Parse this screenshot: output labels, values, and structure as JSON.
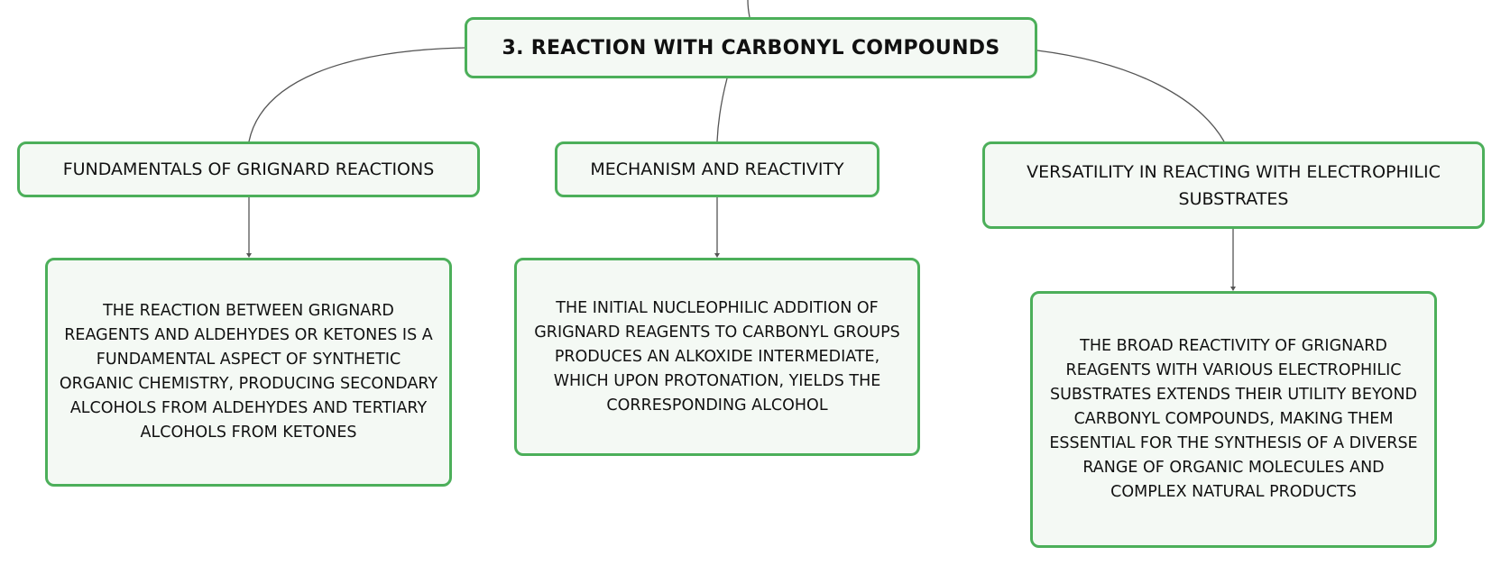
{
  "diagram": {
    "root": {
      "label": "3. REACTION WITH CARBONYL COMPOUNDS"
    },
    "branches": [
      {
        "label": "FUNDAMENTALS OF GRIGNARD REACTIONS",
        "detail": "THE REACTION BETWEEN GRIGNARD REAGENTS AND ALDEHYDES OR KETONES IS A FUNDAMENTAL ASPECT OF SYNTHETIC ORGANIC CHEMISTRY, PRODUCING SECONDARY ALCOHOLS FROM ALDEHYDES AND TERTIARY ALCOHOLS FROM KETONES"
      },
      {
        "label": "MECHANISM AND REACTIVITY",
        "detail": "THE INITIAL NUCLEOPHILIC ADDITION OF GRIGNARD REAGENTS TO CARBONYL GROUPS PRODUCES AN ALKOXIDE INTERMEDIATE, WHICH UPON PROTONATION, YIELDS THE CORRESPONDING ALCOHOL"
      },
      {
        "label": "VERSATILITY IN REACTING WITH ELECTROPHILIC SUBSTRATES",
        "detail": "THE BROAD REACTIVITY OF GRIGNARD REAGENTS WITH VARIOUS ELECTROPHILIC SUBSTRATES EXTENDS THEIR UTILITY BEYOND CARBONYL COMPOUNDS, MAKING THEM ESSENTIAL FOR THE SYNTHESIS OF A DIVERSE RANGE OF ORGANIC MOLECULES AND COMPLEX NATURAL PRODUCTS"
      }
    ],
    "colors": {
      "node_border": "#4caf5a",
      "node_fill": "#f4f9f4",
      "connector": "#555555",
      "text": "#111111"
    }
  }
}
